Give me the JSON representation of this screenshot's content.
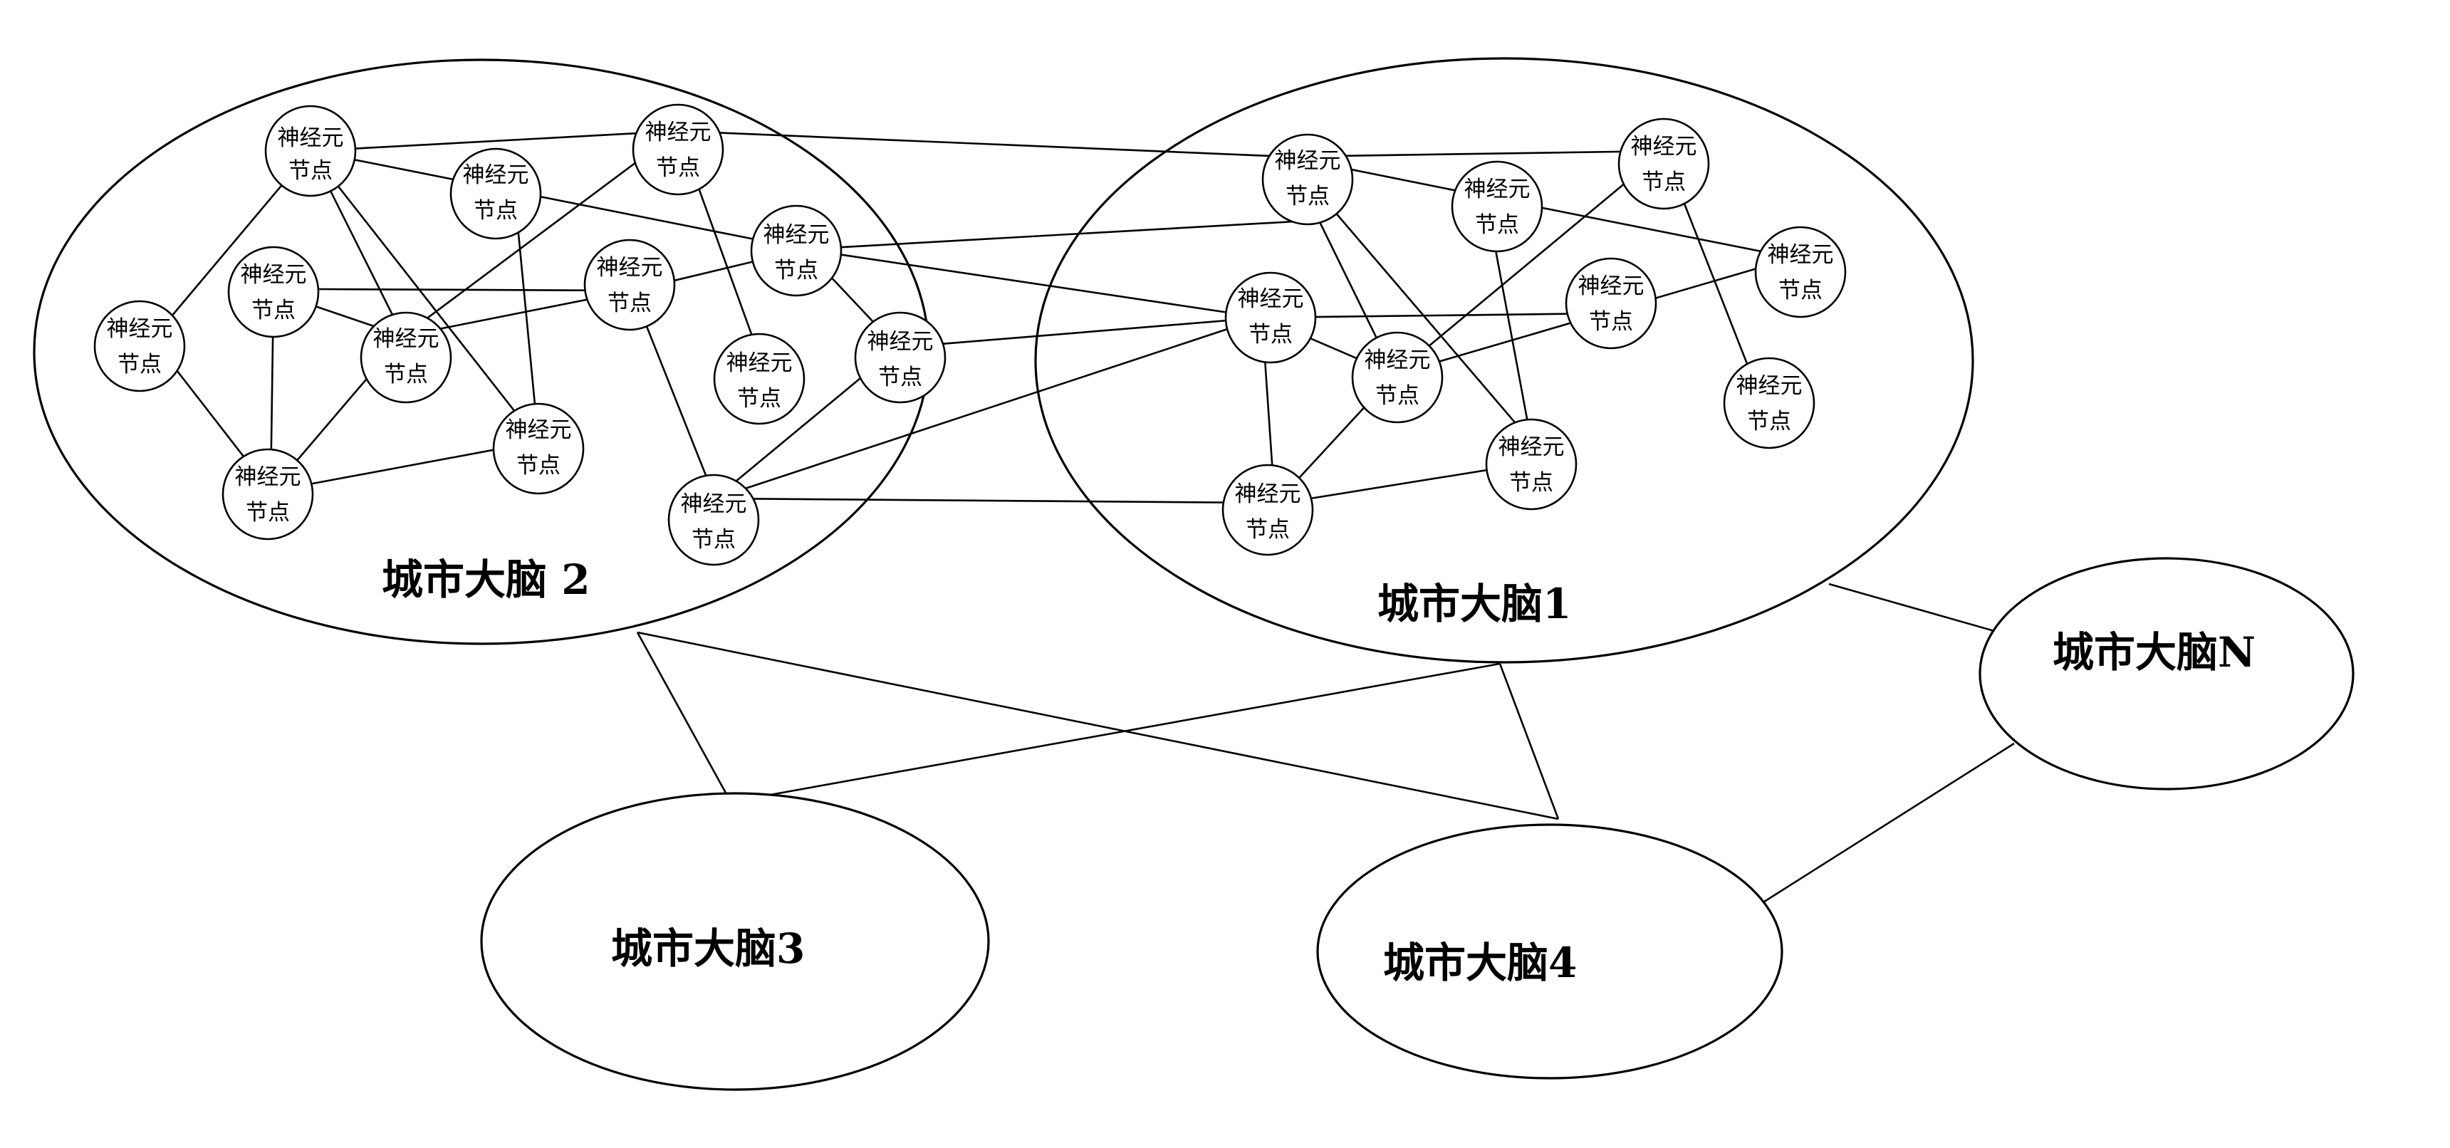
{
  "node_line1": "神经元",
  "node_line2": "节点",
  "brains": [
    {
      "id": "b2",
      "label": "城市大脑 2"
    },
    {
      "id": "b1",
      "label": "城市大脑1"
    },
    {
      "id": "bN",
      "label": "城市大脑N"
    },
    {
      "id": "b3",
      "label": "城市大脑3"
    },
    {
      "id": "b4",
      "label": "城市大脑4"
    }
  ]
}
